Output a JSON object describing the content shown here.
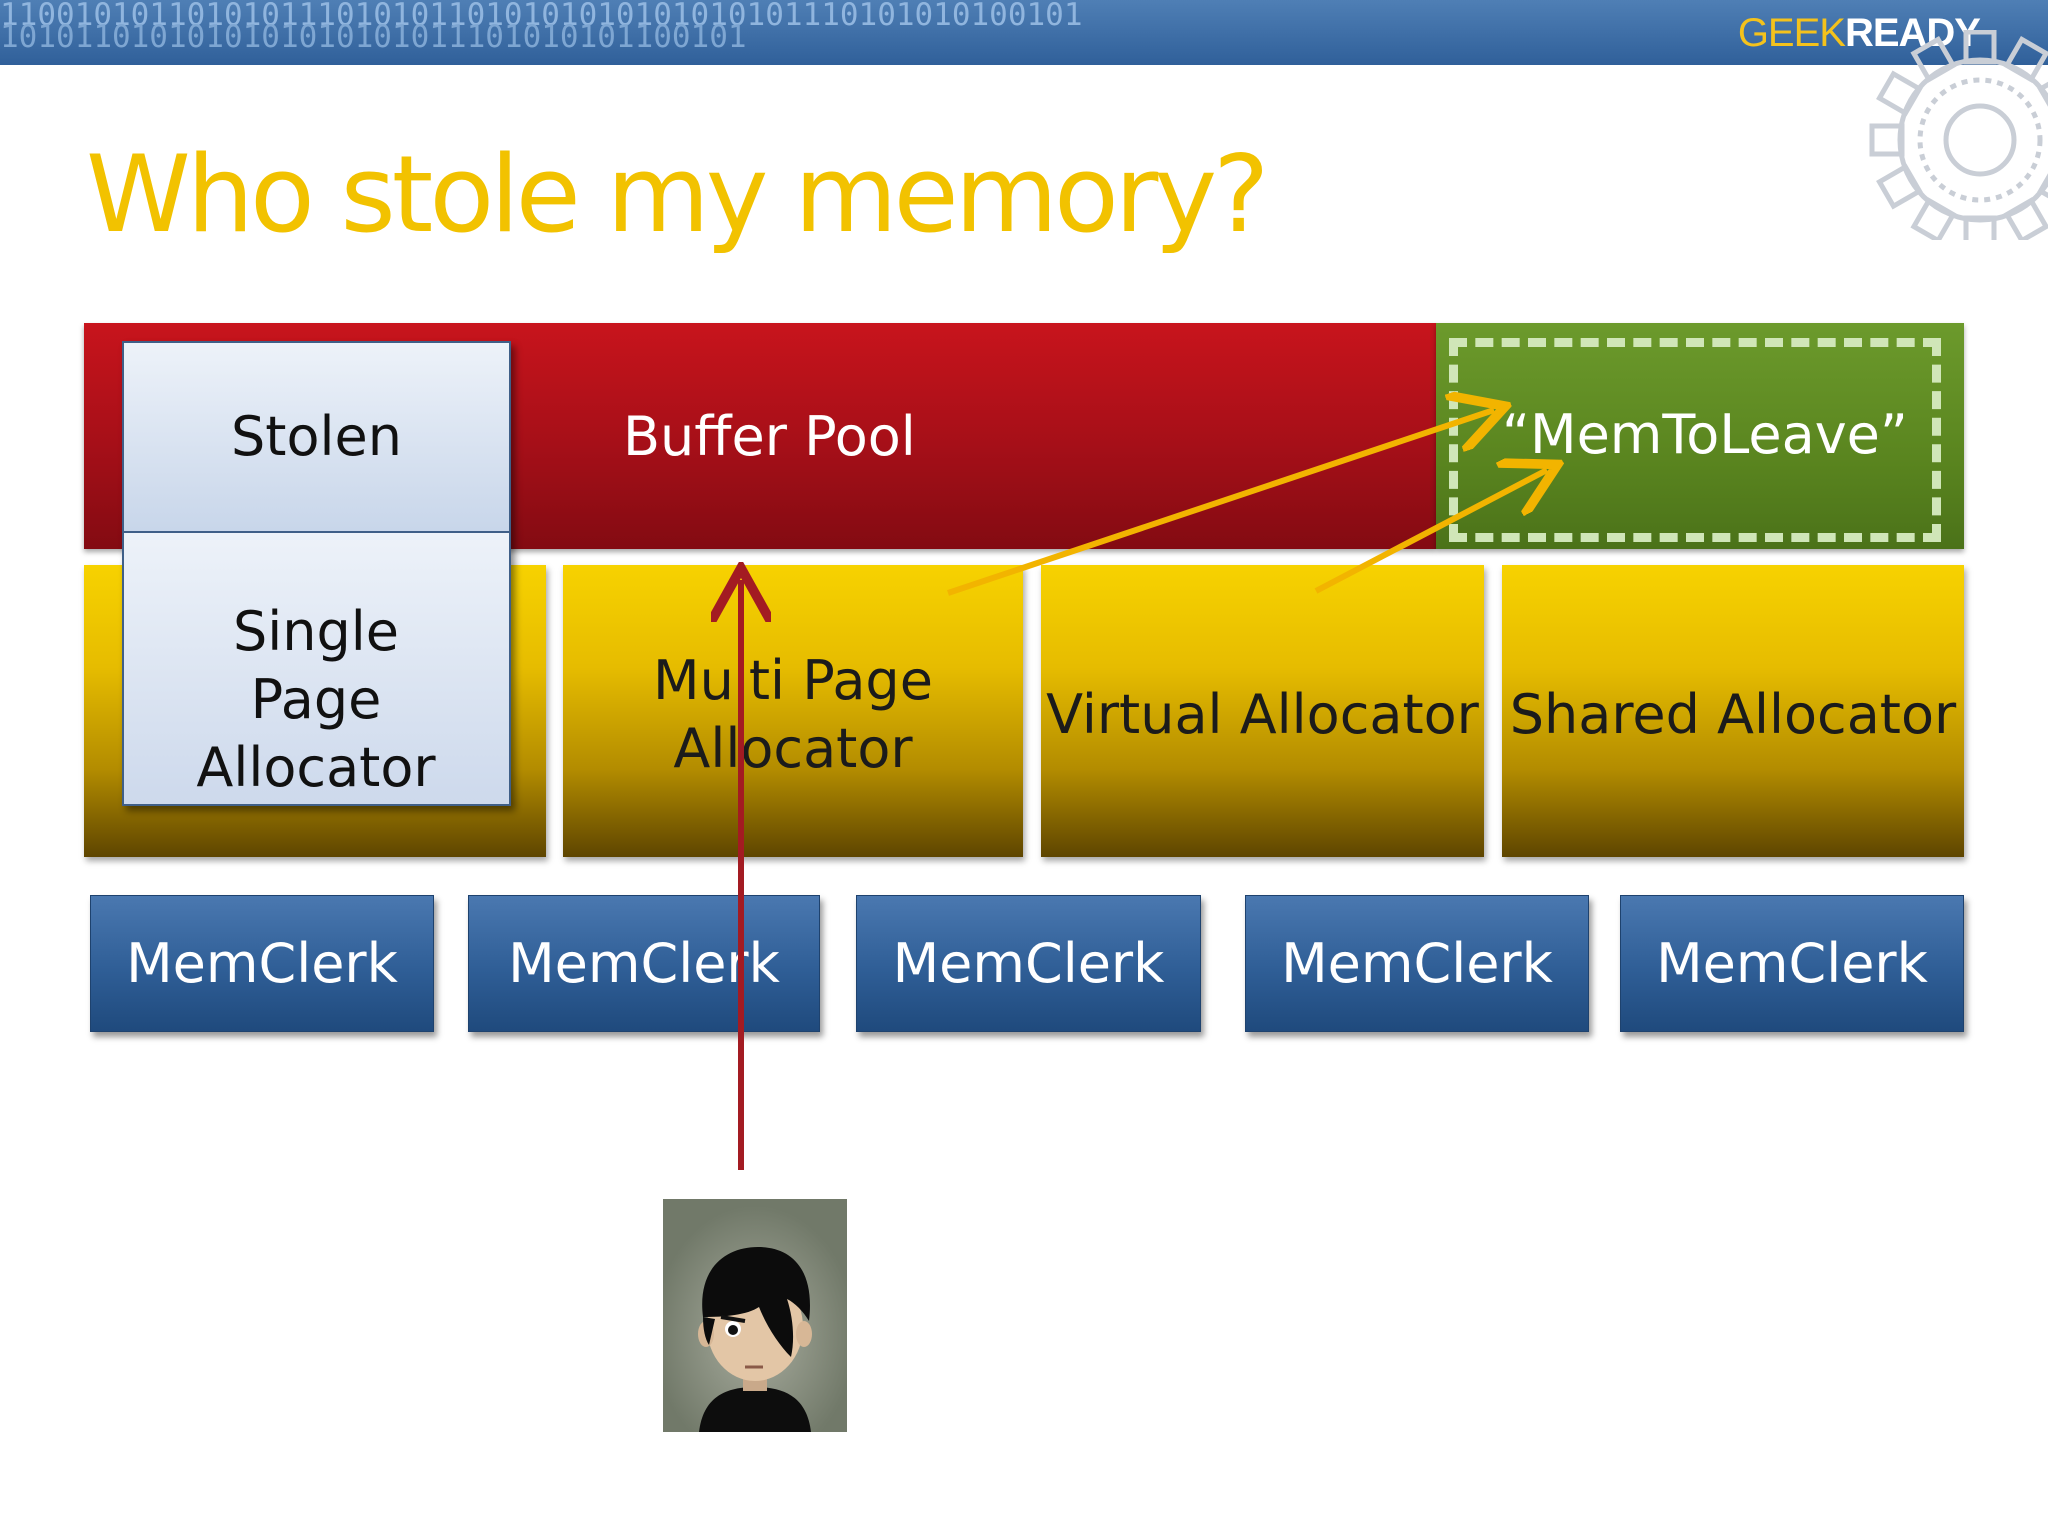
{
  "header": {
    "binary_row_1": "1100101011010101110101011010101010101010101110101010100101",
    "binary_row_2": "1010110101010101010101011101010101100101",
    "brand_geek": "GEEK",
    "brand_ready": "READY"
  },
  "slide": {
    "title": "Who stole my memory?"
  },
  "diagram": {
    "buffer_pool": "Buffer Pool",
    "mem_to_leave": "“MemToLeave”",
    "stolen": "Stolen",
    "single_page_allocator": "Single Page Allocator",
    "allocators": [
      {
        "label": "Multi Page Allocator"
      },
      {
        "label": "Virtual Allocator"
      },
      {
        "label": "Shared Allocator"
      }
    ],
    "memclerks": [
      {
        "label": "MemClerk"
      },
      {
        "label": "MemClerk"
      },
      {
        "label": "MemClerk"
      },
      {
        "label": "MemClerk"
      },
      {
        "label": "MemClerk"
      }
    ]
  },
  "colors": {
    "title": "#f2c200",
    "buffer_pool": "#b5121b",
    "mem_to_leave": "#5f8a23",
    "allocator": "#e6bc00",
    "memclerk": "#2f5e96",
    "stolen": "#dce6f2",
    "arrow_red": "#a31b22",
    "arrow_yellow": "#f2b400"
  }
}
